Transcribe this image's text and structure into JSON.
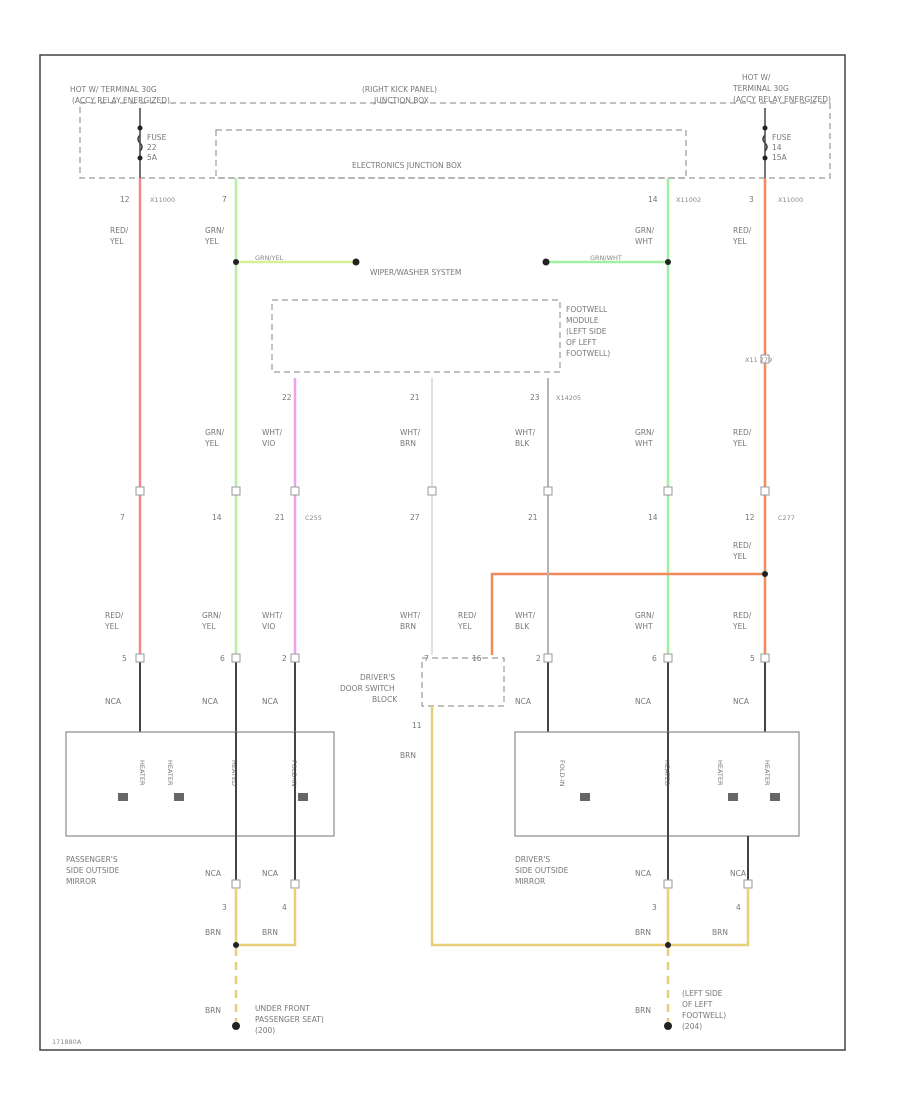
{
  "junction_box": {
    "left_hot": "HOT W/ TERMINAL 30G",
    "left_hot_relay": "(ACCY RELAY ENERGIZED)",
    "left_fuse": "FUSE",
    "left_fuse_num": "22",
    "left_fuse_amp": "5A",
    "center_title": "(RIGHT KICK PANEL)",
    "center_subtitle": "JUNCTION BOX",
    "ejb": "ELECTRONICS JUNCTION BOX",
    "right_hot_1": "HOT W/",
    "right_hot_2": "TERMINAL 30G",
    "right_hot_relay": "(ACCY RELAY ENERGIZED)",
    "right_fuse": "FUSE",
    "right_fuse_num": "14",
    "right_fuse_amp": "15A"
  },
  "pins_top": {
    "p12": "12",
    "x11000": "X11000",
    "p7": "7",
    "p14": "14",
    "x11002": "X11002",
    "p3": "3",
    "x11000b": "X11000"
  },
  "wire_colors": {
    "red": "RED/",
    "yel": "YEL",
    "grn": "GRN/",
    "wht": "WHT",
    "wht2": "WHT/",
    "vio": "VIO",
    "brn": "BRN",
    "blk": "BLK",
    "nca": "NCA"
  },
  "wiper": {
    "label": "WIPER/WASHER SYSTEM",
    "left_wire": "GRN/YEL",
    "right_wire": "GRN/WHT"
  },
  "footwell": {
    "l1": "FOOTWELL",
    "l2": "MODULE",
    "l3": "(LEFT SIDE",
    "l4": "OF LEFT",
    "l5": "FOOTWELL)",
    "p22": "22",
    "p21": "21",
    "p23": "23",
    "x14205": "X14205"
  },
  "inline": {
    "x11_279": "X11 279",
    "p7": "7",
    "p14": "14",
    "p21": "21",
    "c255": "C255",
    "p27": "27",
    "p21b": "21",
    "p14b": "14",
    "p12": "12",
    "c277": "C277"
  },
  "lower_pins": {
    "p5": "5",
    "p6": "6",
    "p2": "2",
    "p7": "7",
    "p16": "16",
    "p2b": "2",
    "p6b": "6",
    "p5b": "5",
    "p11": "11"
  },
  "door_switch": {
    "l1": "DRIVER'S",
    "l2": "DOOR SWITCH",
    "l3": "BLOCK"
  },
  "passenger_mirror": {
    "label1": "PASSENGER'S",
    "label2": "SIDE OUTSIDE",
    "label3": "MIRROR",
    "h1": "HEATER",
    "h2": "HEATER",
    "h3": "HEATED",
    "h4": "FOLD-IN"
  },
  "driver_mirror": {
    "label1": "DRIVER'S",
    "label2": "SIDE OUTSIDE",
    "label3": "MIRROR",
    "h1": "FOLD-IN",
    "h2": "HEATED",
    "h3": "HEATER",
    "h4": "HEATER"
  },
  "grounds": {
    "left_p3": "3",
    "left_p4": "4",
    "right_p3": "3",
    "right_p4": "4",
    "left_g1": "UNDER FRONT",
    "left_g2": "PASSENGER SEAT)",
    "left_g3": "(200)",
    "right_g1": "(LEFT SIDE",
    "right_g2": "OF LEFT",
    "right_g3": "FOOTWELL)",
    "right_g4": "(204)"
  },
  "footer": {
    "code": "171880A"
  }
}
